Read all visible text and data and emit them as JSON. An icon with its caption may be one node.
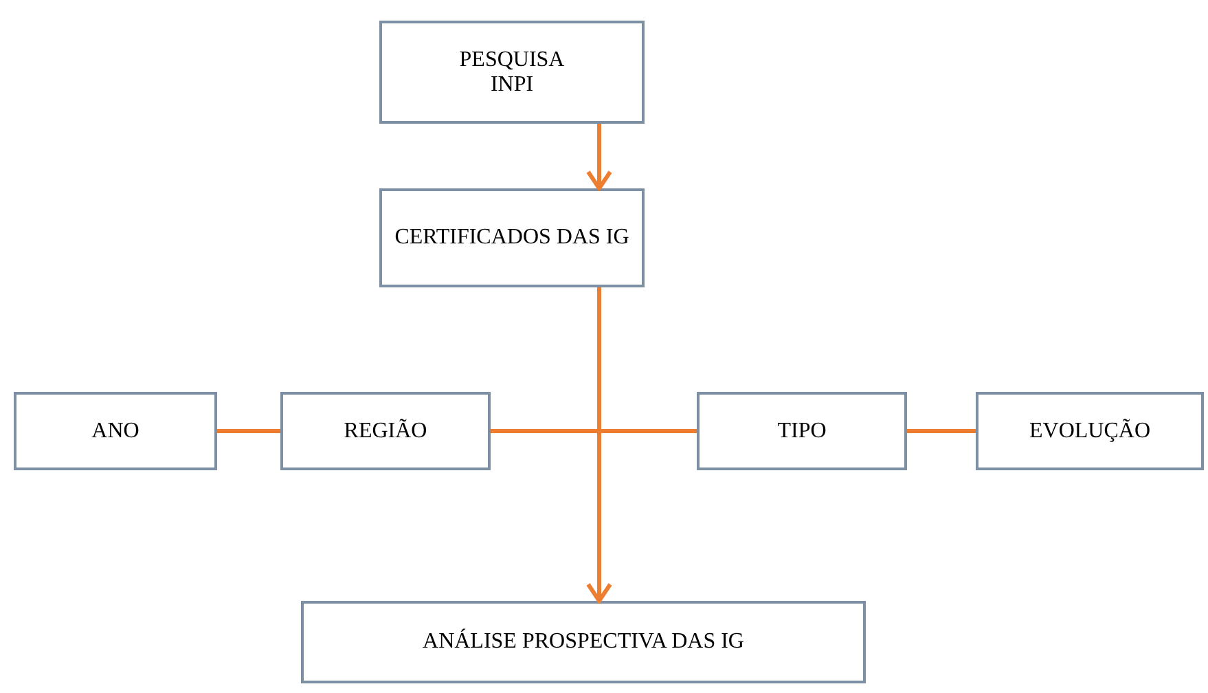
{
  "diagram": {
    "nodes": [
      {
        "text": [
          "PESQUISA INPI"
        ]
      },
      {
        "text": [
          "CERTIFICADOS DAS IG"
        ]
      },
      {
        "text": [
          "ANO"
        ]
      },
      {
        "text": [
          "REGIÃO"
        ]
      },
      {
        "text": [
          "TIPO"
        ]
      },
      {
        "text": [
          "EVOLUÇÃO"
        ]
      },
      {
        "text": [
          "ANÁLISE PROSPECTIVA DAS IG"
        ]
      }
    ],
    "edges": [
      {
        "from": 0,
        "to": 1,
        "arrow": "to"
      },
      {
        "from": 1,
        "to": 6,
        "arrow": "to"
      },
      {
        "from": 2,
        "to": 3,
        "arrow": "none"
      },
      {
        "from": 3,
        "to": 4,
        "arrow": "none"
      },
      {
        "from": 4,
        "to": 5,
        "arrow": "none"
      }
    ]
  }
}
